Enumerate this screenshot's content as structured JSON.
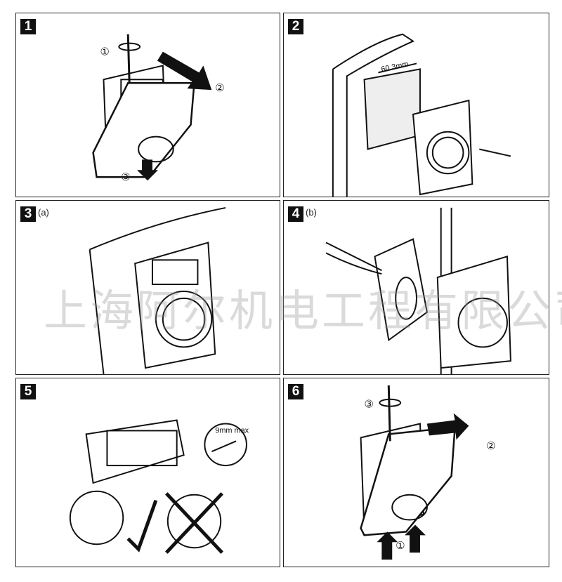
{
  "panels": [
    {
      "number": "1",
      "sub": "",
      "callouts": [
        "①",
        "②",
        "③"
      ]
    },
    {
      "number": "2",
      "sub": "",
      "dimension": "60.3mm"
    },
    {
      "number": "3",
      "sub": "(a)"
    },
    {
      "number": "4",
      "sub": "(b)"
    },
    {
      "number": "5",
      "sub": "",
      "strip_length": "9mm max"
    },
    {
      "number": "6",
      "sub": "",
      "callouts": [
        "①",
        "②",
        "③"
      ]
    }
  ],
  "watermark": "上海阿尔机电工程有限公司"
}
